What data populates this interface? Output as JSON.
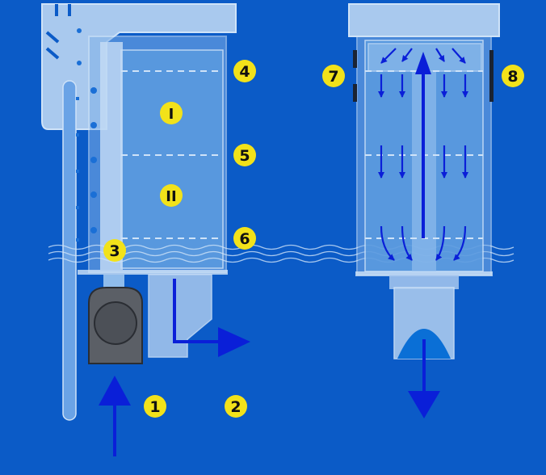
{
  "colors": {
    "background": "#0b5bc7",
    "housing": "#a9c9ee",
    "chamber": "#5b9be0",
    "glass_edge": "#cfe3f8",
    "flow_arrow": "#0a1fd8",
    "badge_fill": "#f2e21a",
    "pump_body": "#5b5f66",
    "water_line": "#cfe3f8"
  },
  "labels": {
    "inlet": "1",
    "outlet": "2",
    "pump": "3",
    "level_top": "4",
    "level_middle": "5",
    "level_bottom": "6",
    "side_left": "7",
    "side_right": "8",
    "stage_upper": "I",
    "stage_lower": "II"
  },
  "icons": {
    "pump": "pump-motor-icon",
    "inlet_arrow": "arrow-up-icon",
    "outlet_arrow": "arrow-right-icon",
    "drain_arrow": "arrow-down-icon"
  }
}
